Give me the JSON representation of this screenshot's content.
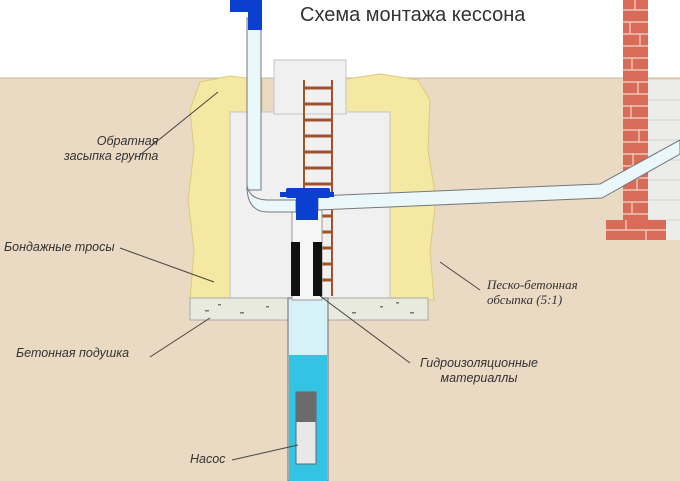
{
  "title": "Схема монтажа кессона",
  "labels": {
    "backfill": [
      "Обратная",
      "засыпка грунта"
    ],
    "ropes": "Бондажные тросы",
    "cushion": "Бетонная подушка",
    "pump": "Насос",
    "sand_concrete": [
      "Песко-бетонная",
      "обсыпка (5:1)"
    ],
    "waterproofing": [
      "Гидроизоляционные",
      "материаллы"
    ]
  },
  "colors": {
    "sky": "#ffffff",
    "soil": "#ead9c3",
    "sand": "#f5e8a2",
    "caisson": "#f0f0f0",
    "concrete": "#e7eadd",
    "water": "#33c4e3",
    "fitting": "#0b3fd0",
    "brick": "#d86c58",
    "waterproof": "#111111"
  }
}
